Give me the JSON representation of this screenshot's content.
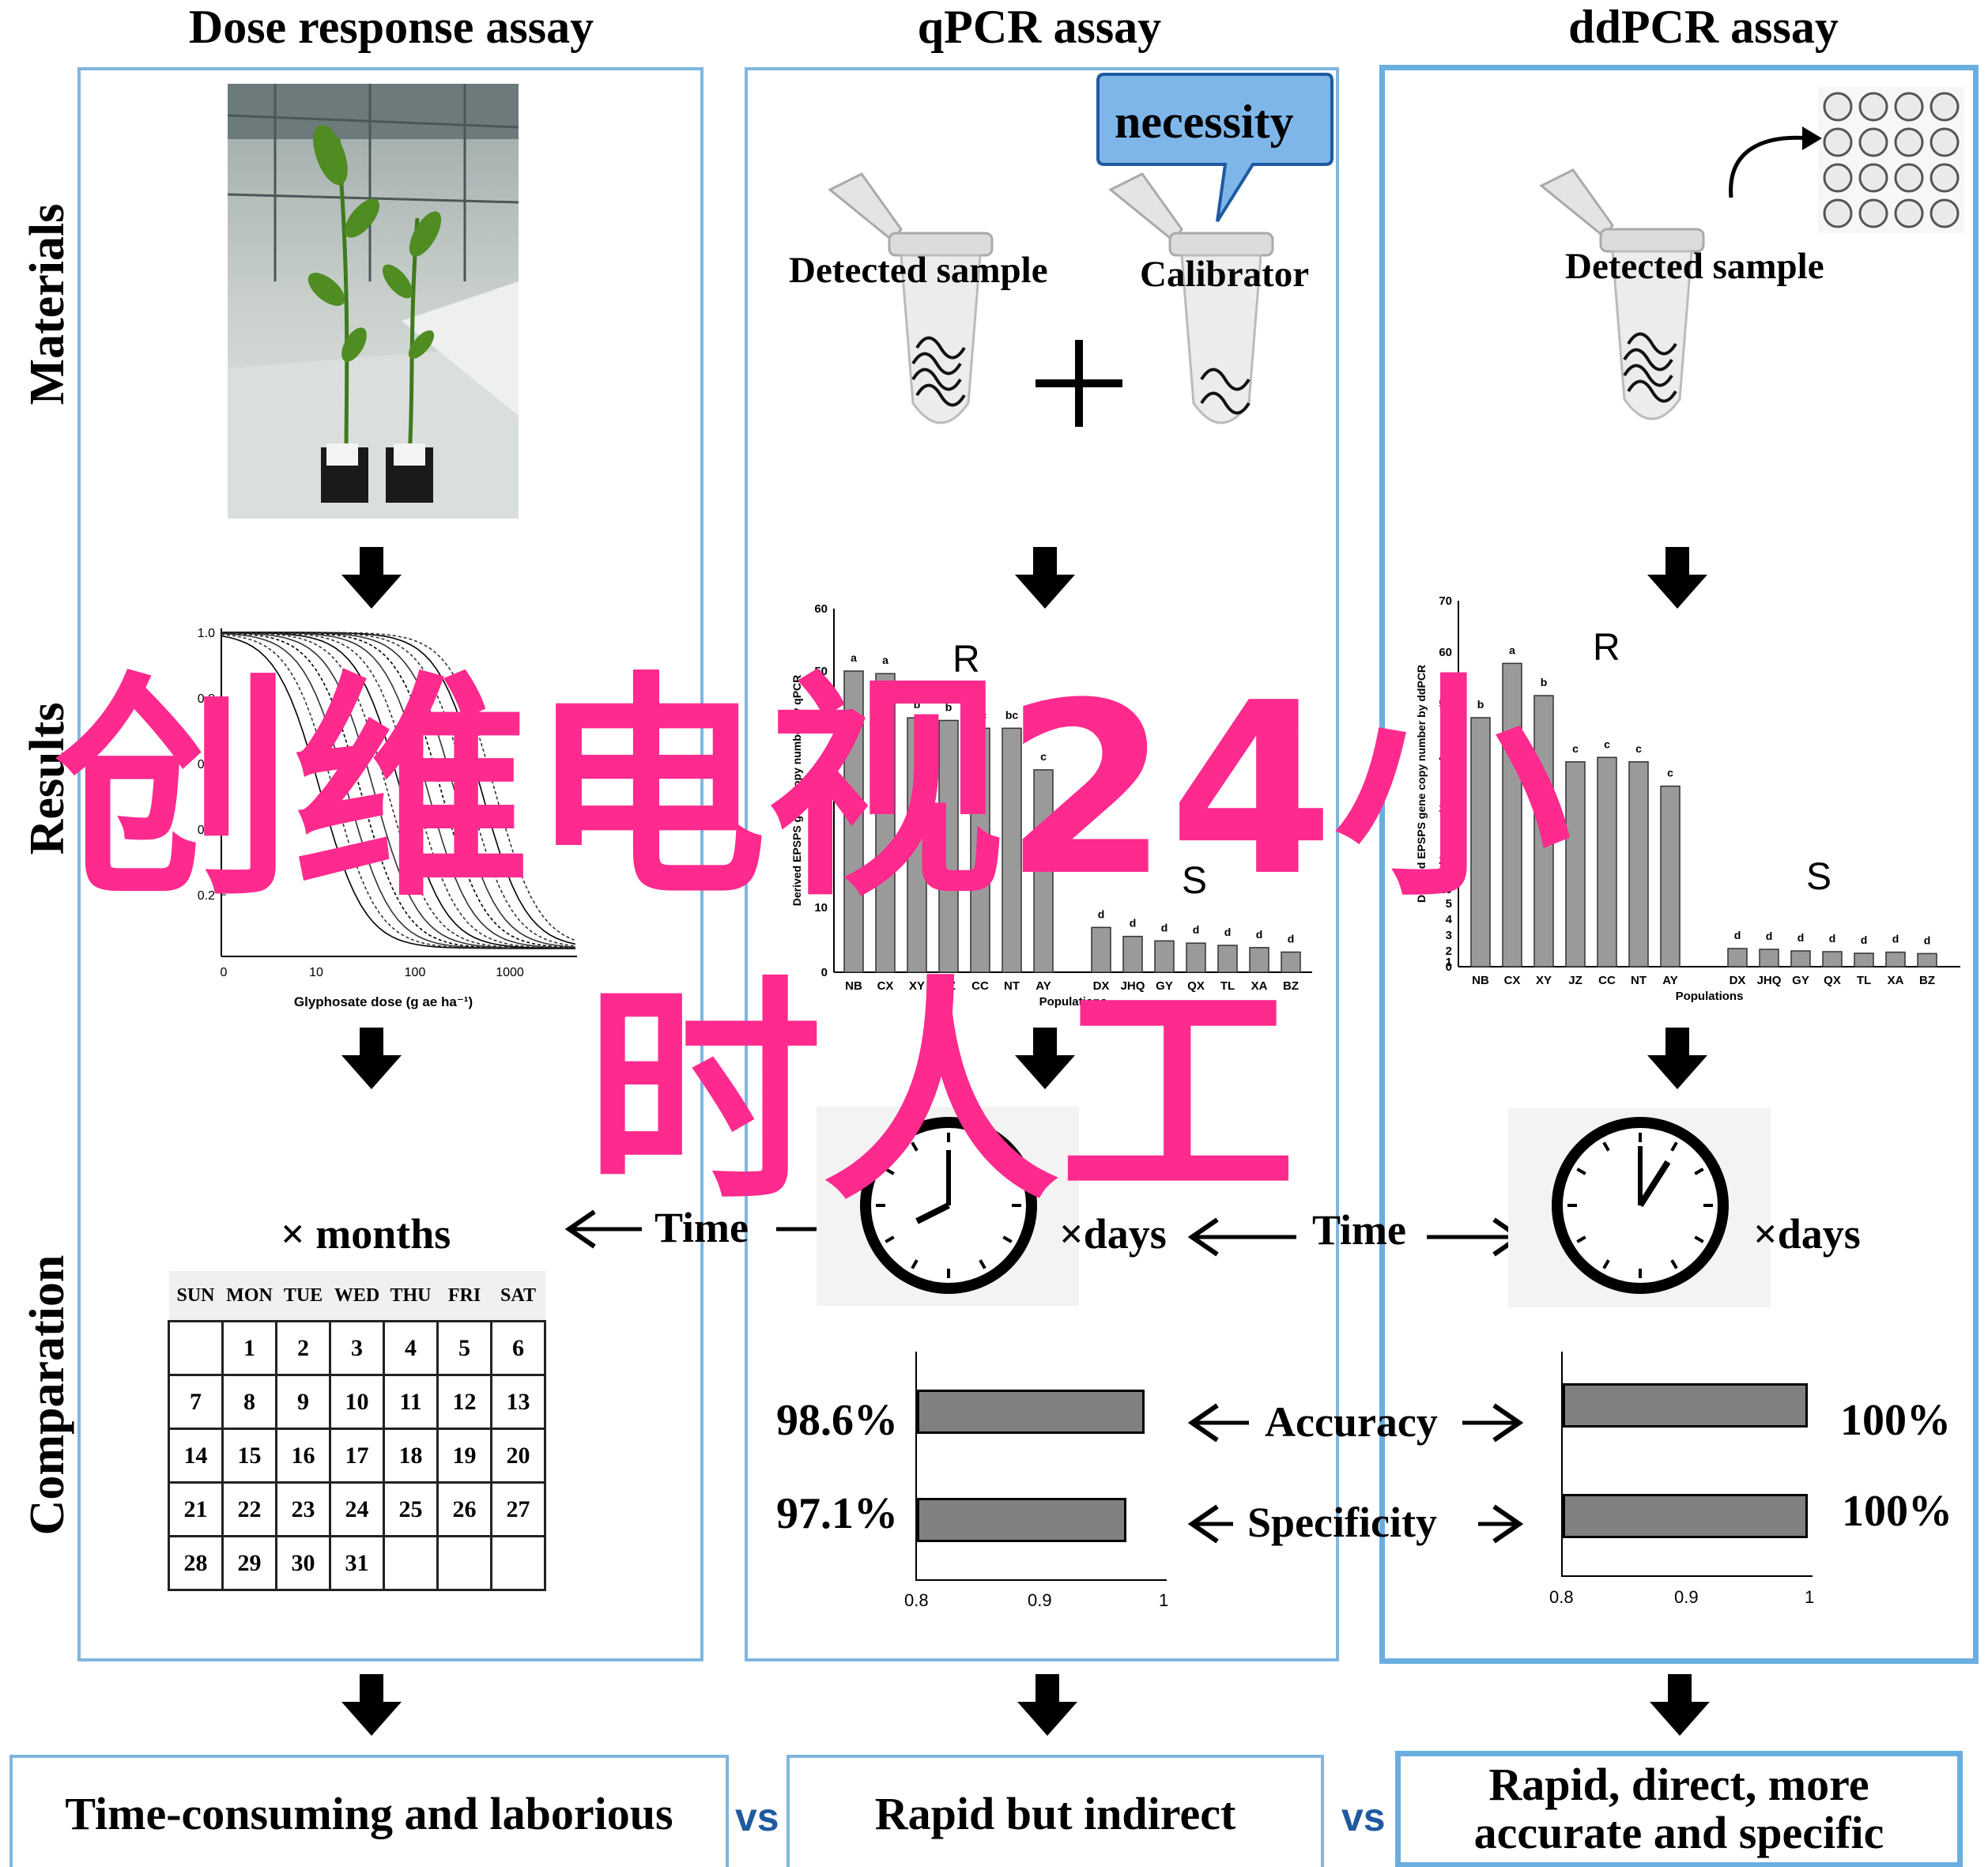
{
  "columns": {
    "dose": "Dose response assay",
    "qpcr": "qPCR assay",
    "ddpcr": "ddPCR assay"
  },
  "rows": {
    "materials": "Materials",
    "results": "Results",
    "comparation": "Comparation"
  },
  "materials": {
    "necessity": "necessity",
    "detected_sample": "Detected sample",
    "calibrator": "Calibrator"
  },
  "dose_plot": {
    "xlabel": "Glyphosate dose (g ae ha⁻¹)",
    "yticks": [
      "1.0",
      "0.8",
      "0.6",
      "0.4",
      "0.2"
    ],
    "xticks": [
      "0",
      "10",
      "100",
      "1000"
    ]
  },
  "qpcr_chart": {
    "type": "bar",
    "ylabel": "Derived EPSPS gene copy number by qPCR",
    "yticks": [
      "60",
      "50",
      "40",
      "30",
      "20",
      "10",
      "0"
    ],
    "r_label": "R",
    "s_label": "S",
    "xlabel": "Populations",
    "categories": [
      "NB",
      "CX",
      "XY",
      "JZ",
      "CC",
      "NT",
      "AY",
      "DX",
      "JHQ",
      "GY",
      "QX",
      "TL",
      "XA",
      "BZ"
    ],
    "values": [
      48,
      47.5,
      39,
      38.5,
      37,
      37,
      29,
      2,
      1.6,
      1.4,
      1.3,
      1.2,
      1.1,
      0.9
    ],
    "letters": [
      "a",
      "a",
      "b",
      "b",
      "bc",
      "bc",
      "c",
      "d",
      "d",
      "d",
      "d",
      "d",
      "d",
      "d"
    ]
  },
  "ddpcr_chart": {
    "type": "bar",
    "ylabel": "Derived EPSPS gene copy number by ddPCR",
    "yticks": [
      "70",
      "60",
      "50",
      "40",
      "30",
      "20",
      "10",
      "5",
      "4",
      "3",
      "2",
      "1",
      "0"
    ],
    "r_label": "R",
    "s_label": "S",
    "xlabel": "Populations",
    "categories": [
      "NB",
      "CX",
      "XY",
      "JZ",
      "CC",
      "NT",
      "AY",
      "DX",
      "JHQ",
      "GY",
      "QX",
      "TL",
      "XA",
      "BZ"
    ],
    "values": [
      43.5,
      55.8,
      48.5,
      33.5,
      34.5,
      33.5,
      28,
      1.15,
      1.1,
      1.0,
      0.95,
      0.85,
      0.92,
      0.83
    ],
    "letters": [
      "b",
      "a",
      "b",
      "c",
      "c",
      "c",
      "c",
      "d",
      "d",
      "d",
      "d",
      "d",
      "d",
      "d"
    ]
  },
  "comparation": {
    "months": "× months",
    "days_q": "×days",
    "days_dd": "×days",
    "time_label_1": "Time",
    "time_label_2": "Time",
    "calendar": {
      "headers": [
        "SUN",
        "MON",
        "TUE",
        "WED",
        "THU",
        "FRI",
        "SAT"
      ],
      "weeks": [
        [
          "",
          "1",
          "2",
          "3",
          "4",
          "5",
          "6"
        ],
        [
          "7",
          "8",
          "9",
          "10",
          "11",
          "12",
          "13"
        ],
        [
          "14",
          "15",
          "16",
          "17",
          "18",
          "19",
          "20"
        ],
        [
          "21",
          "22",
          "23",
          "24",
          "25",
          "26",
          "27"
        ],
        [
          "28",
          "29",
          "30",
          "31",
          "",
          "",
          ""
        ]
      ]
    },
    "accuracy_label": "Accuracy",
    "specificity_label": "Specificity",
    "qpcr_accuracy": 0.986,
    "qpcr_specificity": 0.971,
    "ddpcr_accuracy": 1.0,
    "ddpcr_specificity": 1.0,
    "qpcr_accuracy_text": "98.6%",
    "qpcr_specificity_text": "97.1%",
    "ddpcr_accuracy_text": "100%",
    "ddpcr_specificity_text": "100%",
    "axis_ticks": [
      "0.8",
      "0.9",
      "1"
    ]
  },
  "conclusions": {
    "dose": "Time-consuming and laborious",
    "qpcr": "Rapid but indirect",
    "ddpcr_line1": "Rapid, direct, more",
    "ddpcr_line2": "accurate and specific",
    "vs1": "vs",
    "vs2": "vs"
  },
  "watermark": {
    "line1": "创维电视24小",
    "line2": "时人工",
    "color": "#ff2a8e"
  }
}
